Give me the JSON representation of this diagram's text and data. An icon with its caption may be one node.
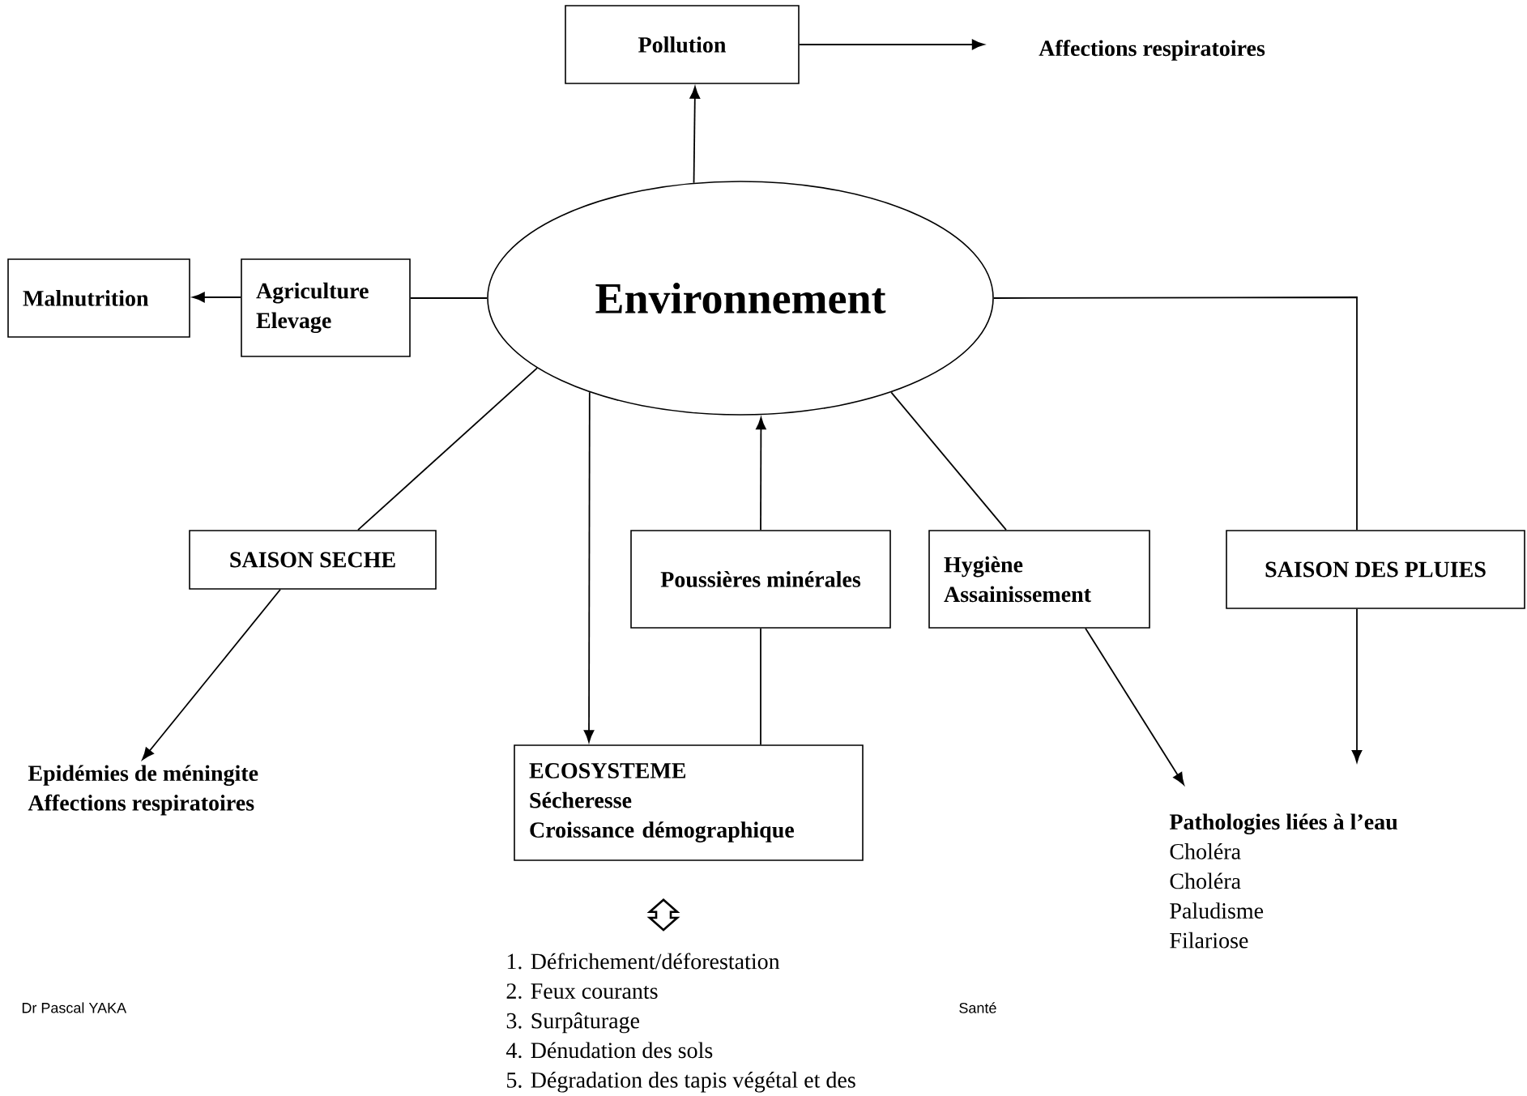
{
  "diagram": {
    "nodes": [
      {
        "text": [
          "Pollution"
        ]
      },
      {
        "text": [
          "Affections respiratoires"
        ]
      },
      {
        "text": [
          "Environnement"
        ]
      },
      {
        "text": [
          "Malnutrition"
        ]
      },
      {
        "text": [
          "Agriculture",
          "Elevage"
        ]
      },
      {
        "text": [
          "SAISON SECHE"
        ]
      },
      {
        "text": [
          "Poussières minérales"
        ]
      },
      {
        "text": [
          "Hygiène",
          "Assainissement"
        ]
      },
      {
        "text": [
          "SAISON DES PLUIES"
        ]
      },
      {
        "text": [
          "Epidémies de méningite",
          "Affections respiratoires"
        ]
      },
      {
        "text": [
          "ECOSYSTEME",
          "Sécheresse",
          "Croissance démographique"
        ]
      },
      {
        "text": [
          "Pathologies liées à l’eau",
          "Choléra",
          "Choléra",
          "Paludisme",
          "Filariose"
        ]
      },
      {
        "text": [
          "1. Défrichement/déforestation",
          "2. Feux courants",
          "3. Surpâturage",
          "4. Dénudation des sols",
          "5. Dégradation des tapis végétal et des"
        ]
      }
    ],
    "edges": [
      {
        "from": 2,
        "to": 0,
        "arrow": "to"
      },
      {
        "from": 0,
        "to": 1,
        "arrow": "to"
      },
      {
        "from": 4,
        "to": 3,
        "arrow": "to"
      },
      {
        "from": 2,
        "to": 4,
        "arrow": "none"
      },
      {
        "from": 2,
        "to": 5,
        "arrow": "none"
      },
      {
        "from": 5,
        "to": 9,
        "arrow": "to"
      },
      {
        "from": 2,
        "to": 10,
        "arrow": "to"
      },
      {
        "from": 6,
        "to": 2,
        "arrow": "to"
      },
      {
        "from": 6,
        "to": 10,
        "arrow": "none"
      },
      {
        "from": 2,
        "to": 7,
        "arrow": "none"
      },
      {
        "from": 7,
        "to": 11,
        "arrow": "to"
      },
      {
        "from": 2,
        "to": 8,
        "arrow": "none"
      },
      {
        "from": 8,
        "to": 11,
        "arrow": "to"
      },
      {
        "from": 10,
        "to": 12,
        "arrow": "both",
        "style": "thick"
      }
    ],
    "labels": [
      "Dr Pascal YAKA",
      "Santé"
    ]
  }
}
